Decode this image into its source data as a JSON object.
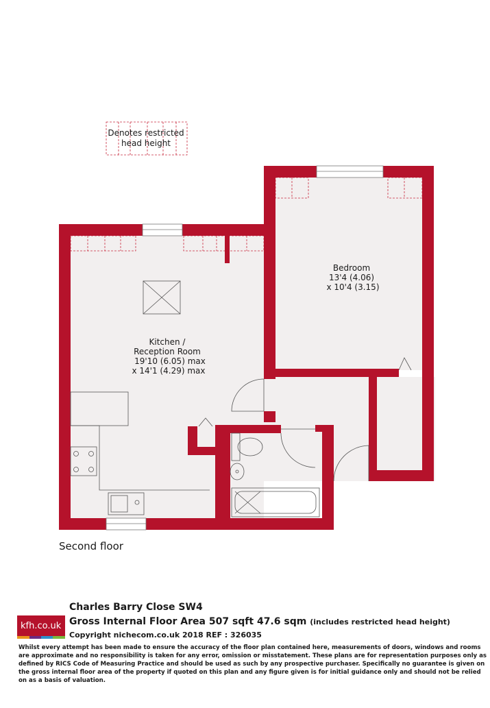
{
  "legend": {
    "line1": "Denotes restricted",
    "line2": "head height"
  },
  "rooms": {
    "bedroom": {
      "name": "Bedroom",
      "dim1": "13'4 (4.06)",
      "dim2": "x 10'4 (3.15)"
    },
    "kitchen": {
      "name1": "Kitchen /",
      "name2": "Reception Room",
      "dim1": "19'10 (6.05)  max",
      "dim2": "x 14'1 (4.29) max"
    }
  },
  "floor_label": "Second floor",
  "footer": {
    "logo": "kfh.co.uk",
    "address": "Charles Barry Close  SW4",
    "area_main": "Gross Internal Floor Area 507 sqft 47.6 sqm",
    "area_note": "(includes restricted head height)",
    "copyright": "Copyright nichecom.co.uk 2018 REF : 326035",
    "disclaimer": "Whilst every attempt has been made to ensure the accuracy of the floor plan contained here, measurements of doors, windows and rooms are approximate and no responsibility is taken for any error, omission or misstatement.  These plans are for representation purposes only as defined by RICS Code of Measuring Practice and should be used as such by any prospective purchaser.  Specifically no guarantee is given on the gross internal floor area of the property if quoted on this plan and any figure given is for initial guidance only and should not be relied on as a basis of valuation."
  },
  "colors": {
    "wall": "#b5122b",
    "floor": "#f2efef",
    "logo_bars": [
      "#e8961e",
      "#6a2a82",
      "#2e8fc8",
      "#7ab83c"
    ]
  }
}
